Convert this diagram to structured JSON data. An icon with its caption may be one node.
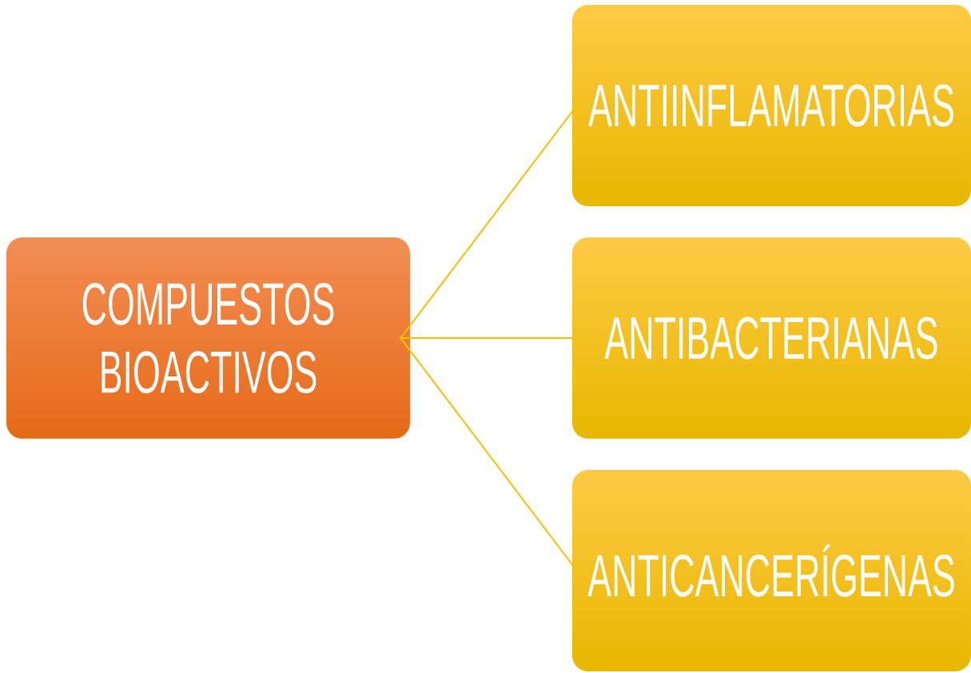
{
  "diagram": {
    "nodes": [
      {
        "text": [
          "COMPUESTOS BIOACTIVOS"
        ]
      },
      {
        "text": [
          "ANTIINFLAMATORIAS"
        ]
      },
      {
        "text": [
          "ANTIBACTERIANAS"
        ]
      },
      {
        "text": [
          "ANTICANCERÍGENAS"
        ]
      }
    ],
    "edges": [
      {
        "from": 0,
        "to": 1,
        "arrow": "none"
      },
      {
        "from": 0,
        "to": 2,
        "arrow": "none"
      },
      {
        "from": 0,
        "to": 3,
        "arrow": "none"
      }
    ]
  }
}
